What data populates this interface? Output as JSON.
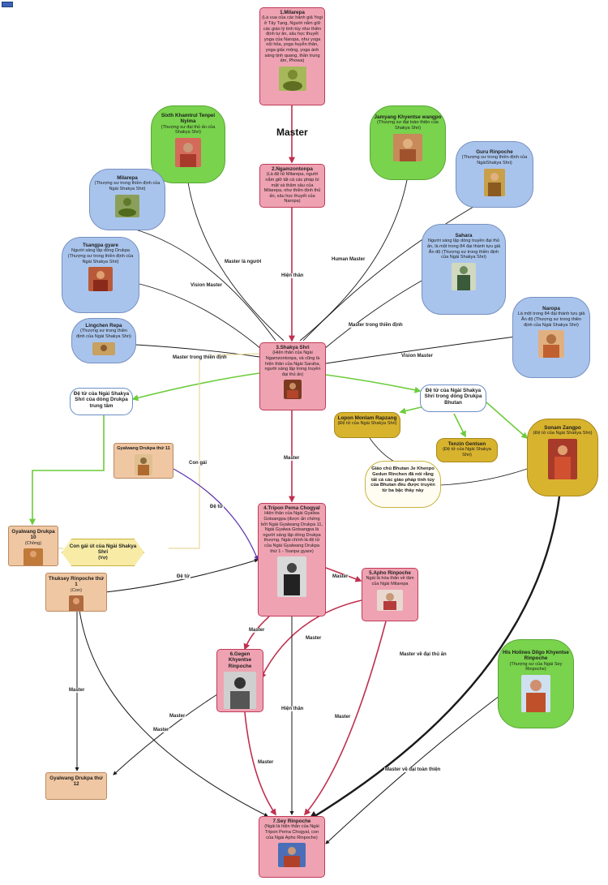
{
  "heading": "Master",
  "colors": {
    "pink": "#efa3b2",
    "blue": "#a9c4ec",
    "green": "#79d34c",
    "tan": "#f0c7a3",
    "gold": "#d8b32e",
    "red_line": "#c0304f",
    "green_line": "#6ccc3a",
    "purple_line": "#5b2ea8",
    "yellow_line": "#e8d79a",
    "black_line": "#1a1a1a"
  },
  "nodes": {
    "milarepa1": {
      "title": "1.Milarepa",
      "text": "(Là vua của các hành giả Yogi ở Tây Tạng, Người nắm giữ các giáo lý tinh túy như thiền định tự ân, sâu học thuyết yoga của Naropa, như yoga nội hỏa, yoga huyễn thân, yoga giấc mộng, yoga ánh sáng tịnh quang, thần trung ấm, Phowa)"
    },
    "ngamzontonpa": {
      "title": "2.Ngamzontonpa",
      "text": "(Là đệ tử Milarepa, người nắm giữ tất cả các pháp bí mật và thâm sâu của Milarepa, như thiền định thủ ấn, sâu học thuyết của Naropa)"
    },
    "shakya_shri": {
      "title": "3.Shakya Shri",
      "text": "(Hiện thân của Ngài Ngamzontonpa, và cũng là hiện thân của Ngài Saraha, người sáng lập trong truyền đại thủ ấn)"
    },
    "tripon": {
      "title": "4.Tripon Pema Chogyal",
      "text": "Hiện thân của Ngài Gyalwa Gotsangpa (được ấn chứng bởi Ngài Gyalwang Drukpa 11, Ngài Gyalwa Gotsangpa là người sáng lập dòng Drukpa thượng. Ngài chính là đệ tử của Ngài Gyalwang Drukpa thứ 1 - Tsanpa gyare)"
    },
    "apho": {
      "title": "5.Apho Rinpoche",
      "text": "Ngài là hóa thân về tâm của Ngài Milarepa"
    },
    "gegen": {
      "title": "6.Gegen Khyentse Rinpoche",
      "text": ""
    },
    "sey": {
      "title": "7.Sey Rinpoche",
      "text": "(Ngài là hiện thân của Ngài Tripon Pema Chogyal, con của Ngài Apho Rinpoche)"
    },
    "sixth_khamtrul": {
      "title": "Sixth Khamtrul Tenpei Nyima",
      "text": "(Thượng sư đại thủ ấn của Shakya Shri)"
    },
    "jamyang": {
      "title": "Jamyang Khyentse wangpo",
      "text": "(Thượng sư đại toàn thiện của Shakya Shri)"
    },
    "guru": {
      "title": "Guru Rinpoche",
      "text": "(Thượng sư trong thiền định của NgàiShakya Shri)"
    },
    "milarepa_b": {
      "title": "Milarepa",
      "text": "(Thượng sư trong thiền định của Ngài Shakya Shri)"
    },
    "tsangpa": {
      "title": "Tsangpa gyare",
      "text": "Người sáng lập dòng Drukpa (Thượng sư trong thiền định của Ngài Shakya Shri)"
    },
    "sahara": {
      "title": "Sahara",
      "text": "Người sáng lập dòng truyền đại thủ ấn, là một trong 84 đại thành tựu giả Ấn độ (Thượng sư trong thiền định của Ngài Shakya Shri)"
    },
    "lingchen": {
      "title": "Lingchen Repa",
      "text": "(Thượng sư trong thiền định của Ngài Shakya Shri)"
    },
    "naropa": {
      "title": "Naropa",
      "text": "Là một trong 84 đại thành tựu giả Ấn độ (Thượng sư trong thiền định của Ngài Shakya Shri)"
    },
    "disciples_center": {
      "title": "Đệ tử của Ngài Shakya Shri của dòng Drukpa trung tâm",
      "text": ""
    },
    "disciples_bhutan": {
      "title": "Đệ tử của Ngài Shakya Shri trong dòng Drukpa Bhutan",
      "text": ""
    },
    "lopon": {
      "title": "Lopon Monlam Rapzang",
      "text": "(Đệ tử của Ngài Shakya Shri)"
    },
    "tenzin": {
      "title": "Tenzin Gentsen",
      "text": "(Đệ tử của Ngài Shakya Shri)"
    },
    "sonam": {
      "title": "Sonam Zangpo",
      "text": "(Đệ tử của Ngài Shakya Shri)"
    },
    "bhutan_note": {
      "title": "Giáo chủ Bhutan Je Khenpo Gedun Rinchen đã nói rằng tất cả các giáo pháp tinh túy của Bhutan đều được truyền từ ba bậc thầy này",
      "text": ""
    },
    "gd11": {
      "title": "Gyalwang Drukpa thứ 11",
      "text": ""
    },
    "gd10": {
      "title": "Gyalwang Drukpa 10",
      "text": "(Chồng)"
    },
    "daughter": {
      "title": "Con gái út của Ngài Shakya Shri",
      "text": "(Vợ)"
    },
    "thuksey": {
      "title": "Thuksey Rinpoche thứ 1",
      "text": "(Con)"
    },
    "gd12": {
      "title": "Gyalwang Drukpa thứ 12",
      "text": ""
    },
    "dilgo": {
      "title": "His Holines Dilgo Khyentse Rinpoche",
      "text": "(Thượng sư của Ngài Sey Rinpoche)"
    }
  },
  "edge_labels": {
    "master_la_nguoi": "Master là người",
    "hien_than_1": "Hiện thân",
    "human_master": "Human Master",
    "vision_master_1": "Vision Master",
    "master_trong_thien_dinh_1": "Master trong thiền định",
    "master_trong_thien_dinh_2": "Master trong thiền định",
    "vision_master_2": "Vision Master",
    "con_gai": "Con gái",
    "master_1": "Master",
    "de_tu_1": "Đệ tử",
    "de_tu_2": "Đệ tử",
    "master_2": "Master",
    "master_3": "Master",
    "master_4": "Master",
    "master_ve_dai_thu_an": "Master về đại thủ ấn",
    "master_5": "Master",
    "master_6": "Master",
    "hien_than_2": "Hiện thân",
    "master_7": "Master",
    "master_8": "Master",
    "master_9": "Master",
    "master_ve_dai_toan_thien": "Master về đại toàn thiện"
  }
}
